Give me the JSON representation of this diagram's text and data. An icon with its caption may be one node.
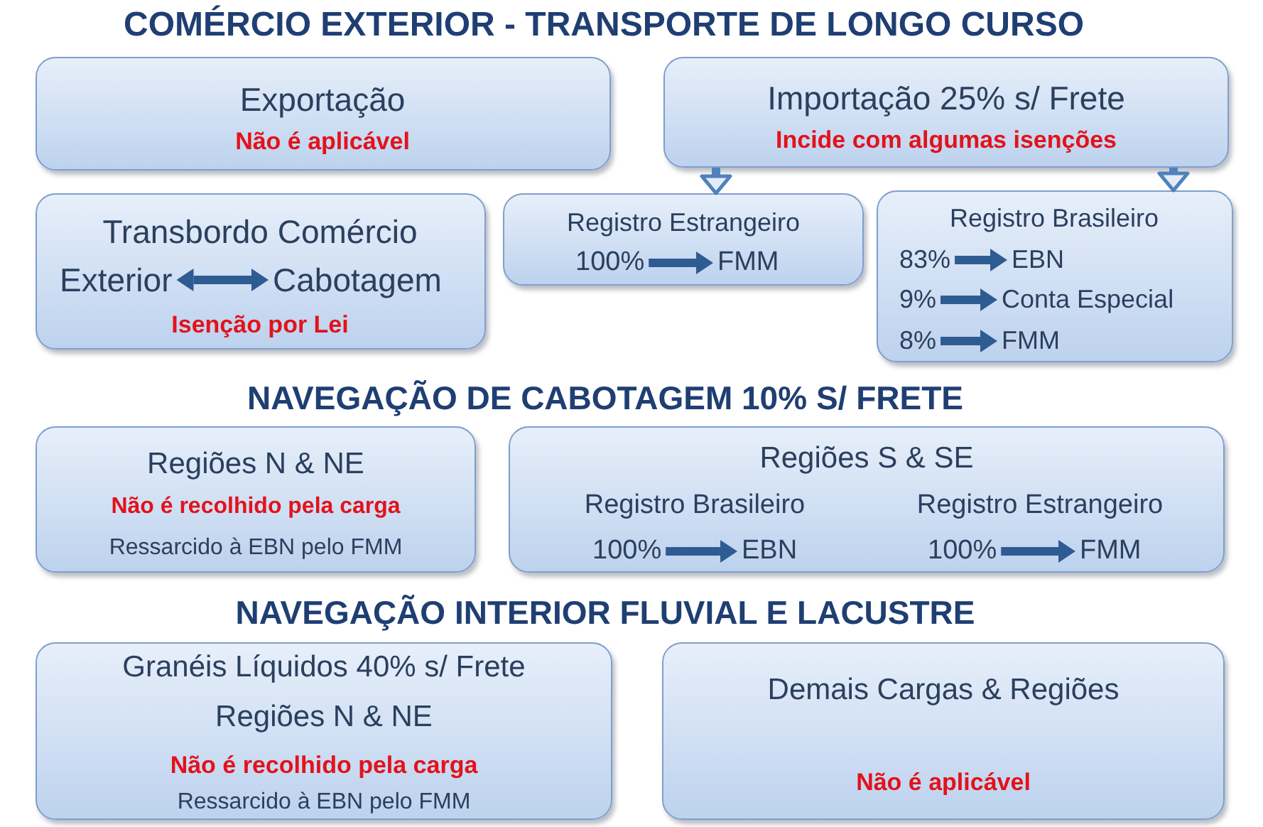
{
  "diagram": {
    "title": "COMÉRCIO EXTERIOR - TRANSPORTE DE LONGO CURSO",
    "nodes": [
      {
        "text": [
          "Exportação",
          "Não é aplicável"
        ]
      },
      {
        "text": [
          "Importação 25% s/ Frete",
          "Incide com algumas isenções"
        ]
      },
      {
        "text": [
          "Transbordo Comércio",
          "Isenção por Lei"
        ]
      },
      {
        "text": [
          "Exterior"
        ],
        "in": 2
      },
      {
        "text": [
          "Cabotagem"
        ],
        "in": 2
      },
      {
        "text": [
          "Registro Estrangeiro"
        ]
      },
      {
        "text": [
          "100%"
        ],
        "in": 5
      },
      {
        "text": [
          "FMM"
        ],
        "in": 5
      },
      {
        "text": [
          "Registro Brasileiro"
        ]
      },
      {
        "text": [
          "83%"
        ],
        "in": 8
      },
      {
        "text": [
          "EBN"
        ],
        "in": 8
      },
      {
        "text": [
          "9%"
        ],
        "in": 8
      },
      {
        "text": [
          "Conta Especial"
        ],
        "in": 8
      },
      {
        "text": [
          "8%"
        ],
        "in": 8
      },
      {
        "text": [
          "FMM"
        ],
        "in": 8
      },
      {
        "text": [
          "Regiões N & NE",
          "Não é recolhido pela carga",
          "Ressarcido à EBN pelo FMM"
        ]
      },
      {
        "text": [
          "Regiões S & SE",
          "Registro Brasileiro",
          "Registro Estrangeiro"
        ]
      },
      {
        "text": [
          "100%"
        ],
        "in": 16
      },
      {
        "text": [
          "EBN"
        ],
        "in": 16
      },
      {
        "text": [
          "100%"
        ],
        "in": 16
      },
      {
        "text": [
          "FMM"
        ],
        "in": 16
      },
      {
        "text": [
          "Granéis Líquidos 40% s/ Frete",
          "Regiões N & NE",
          "Não é recolhido pela carga",
          "Ressarcido à EBN pelo FMM"
        ]
      },
      {
        "text": [
          "Demais Cargas & Regiões",
          "Não é aplicável"
        ]
      }
    ],
    "edges": [
      {
        "from": 1,
        "to": 5,
        "arrow": "to",
        "color": "#4f81bd"
      },
      {
        "from": 1,
        "to": 8,
        "arrow": "to",
        "color": "#4f81bd"
      },
      {
        "from": 3,
        "to": 4,
        "arrow": "both"
      },
      {
        "from": 6,
        "to": 7,
        "arrow": "to"
      },
      {
        "from": 9,
        "to": 10,
        "arrow": "to"
      },
      {
        "from": 11,
        "to": 12,
        "arrow": "to"
      },
      {
        "from": 13,
        "to": 14,
        "arrow": "to"
      },
      {
        "from": 17,
        "to": 18,
        "arrow": "to"
      },
      {
        "from": 19,
        "to": 20,
        "arrow": "to"
      }
    ],
    "labels": [
      "NAVEGAÇÃO DE CABOTAGEM 10% S/ FRETE",
      "NAVEGAÇÃO INTERIOR FLUVIAL E LACUSTRE"
    ]
  }
}
